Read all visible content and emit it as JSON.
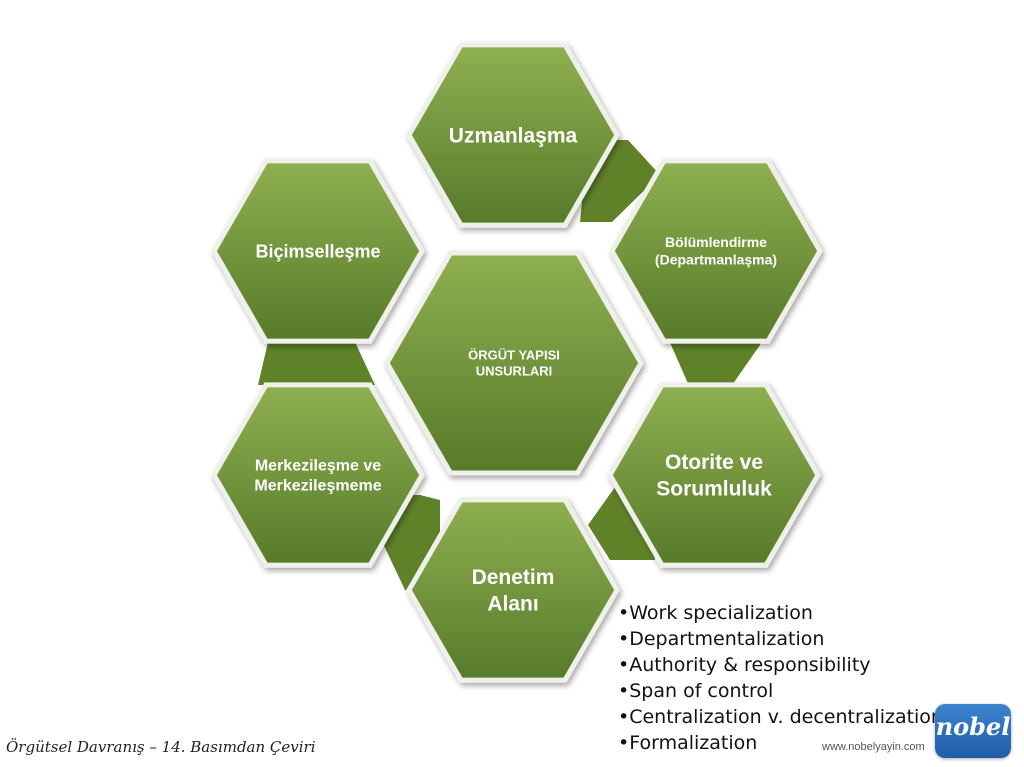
{
  "colors": {
    "hex_fill_top": "#8fb050",
    "hex_fill_bottom": "#567a2a",
    "hex_border": "#f0f0ea",
    "connector": "#5f8229"
  },
  "hexagons": {
    "center": [
      "ÖRGÜT YAPISI",
      "UNSURLARI"
    ],
    "uzmanlasma": [
      "Uzmanlaşma"
    ],
    "bolumlendirme": [
      "Bölümlendirme",
      "(Departmanlaşma)"
    ],
    "otorite": [
      "Otorite ve",
      "Sorumluluk"
    ],
    "denetim": [
      "Denetim",
      "Alanı"
    ],
    "merkezilesme": [
      "Merkezileşme ve",
      "Merkezileşmeme"
    ],
    "bicimsellesme": [
      "Biçimselleşme"
    ]
  },
  "bullets": [
    "Work specialization",
    "Departmentalization",
    "Authority & responsibility",
    "Span of control",
    "Centralization v. decentralization",
    "Formalization"
  ],
  "footer": {
    "left": "Örgütsel Davranış – 14. Basımdan Çeviri",
    "url": "www.nobelyayin.com",
    "logo": "nobel"
  }
}
